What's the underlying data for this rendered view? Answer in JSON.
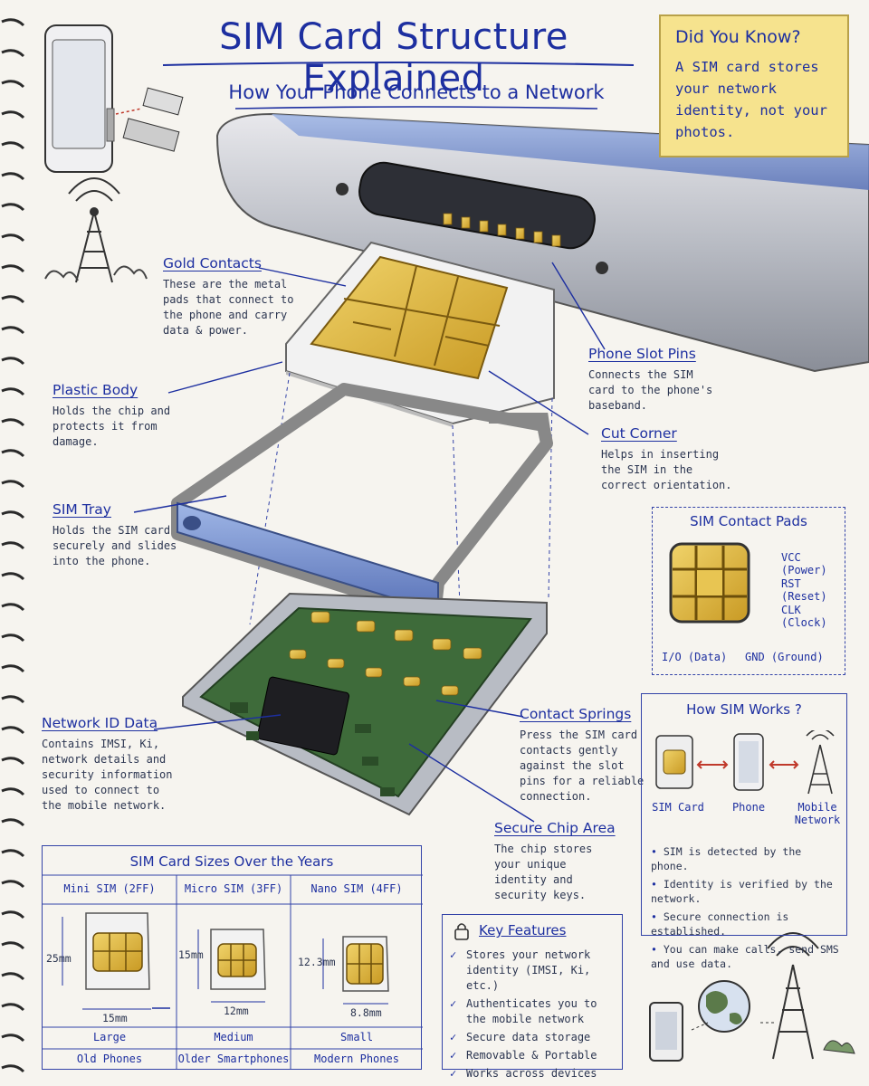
{
  "title": "SIM Card Structure Explained",
  "subtitle": "How Your Phone Connects to a Network",
  "did_you_know": {
    "heading": "Did You Know?",
    "text": "A SIM card stores your network identity, not your photos."
  },
  "labels": {
    "gold_contacts": {
      "title": "Gold Contacts",
      "desc": "These are the metal pads that connect to the phone and carry data & power."
    },
    "plastic_body": {
      "title": "Plastic Body",
      "desc": "Holds the chip and protects it from damage."
    },
    "sim_tray": {
      "title": "SIM Tray",
      "desc": "Holds the SIM card securely and slides into the phone."
    },
    "network_id": {
      "title": "Network ID Data",
      "desc": "Contains IMSI, Ki, network details and security information used to connect to the mobile network."
    },
    "phone_slot_pins": {
      "title": "Phone Slot Pins",
      "desc": "Connects the SIM card to the phone's baseband."
    },
    "cut_corner": {
      "title": "Cut Corner",
      "desc": "Helps in inserting the SIM in the correct orientation."
    },
    "contact_springs": {
      "title": "Contact Springs",
      "desc": "Press the SIM card contacts gently against the slot pins for a reliable connection."
    },
    "secure_chip": {
      "title": "Secure Chip Area",
      "desc": "The chip stores your unique identity and security keys."
    }
  },
  "contact_pads": {
    "heading": "SIM Contact Pads",
    "vcc": "VCC (Power)",
    "rst": "RST (Reset)",
    "clk": "CLK (Clock)",
    "io": "I/O (Data)",
    "gnd": "GND (Ground)"
  },
  "how_works": {
    "heading": "How SIM Works ?",
    "sim": "SIM Card",
    "phone": "Phone",
    "network": "Mobile Network",
    "steps": [
      "SIM is detected by the phone.",
      "Identity is verified by the network.",
      "Secure connection is established.",
      "You can make calls, send SMS and use data."
    ]
  },
  "sizes": {
    "heading": "SIM Card Sizes Over the Years",
    "columns": [
      {
        "name": "Mini SIM (2FF)",
        "height": "25mm",
        "width": "15mm",
        "size": "Large",
        "era": "Old Phones"
      },
      {
        "name": "Micro SIM (3FF)",
        "height": "15mm",
        "width": "12mm",
        "size": "Medium",
        "era": "Older Smartphones"
      },
      {
        "name": "Nano SIM (4FF)",
        "height": "12.3mm",
        "width": "8.8mm",
        "size": "Small",
        "era": "Modern Phones"
      }
    ]
  },
  "features": {
    "heading": "Key Features",
    "items": [
      "Stores your network identity (IMSI, Ki, etc.)",
      "Authenticates you to the mobile network",
      "Secure data storage",
      "Removable & Portable",
      "Works across devices"
    ]
  },
  "colors": {
    "ink": "#1d2fa0",
    "gold": "#e2b93b",
    "paper": "#f6f4ef",
    "note": "#f6e38e",
    "board": "#3e6b3a"
  }
}
